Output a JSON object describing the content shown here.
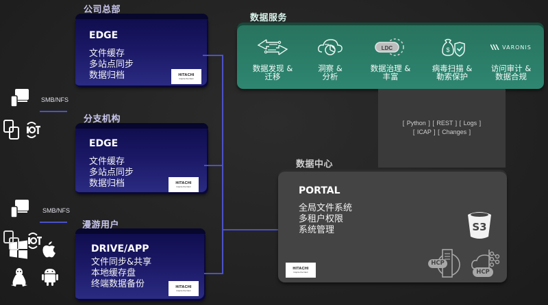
{
  "sections": {
    "hq": {
      "title": "公司总部",
      "card_title": "EDGE",
      "lines": [
        "文件缓存",
        "多站点同步",
        "数据归档"
      ]
    },
    "branch": {
      "title": "分支机构",
      "card_title": "EDGE",
      "lines": [
        "文件缓存",
        "多站点同步",
        "数据归档"
      ]
    },
    "roaming": {
      "title": "漫游用户",
      "card_title": "DRIVE/APP",
      "lines": [
        "文件同步&共享",
        "本地缓存盘",
        "终端数据备份"
      ]
    }
  },
  "logo": {
    "brand": "HITACHI",
    "tagline": "Inspire the Next"
  },
  "protocol_labels": [
    "SMB/NFS",
    "SMB/NFS"
  ],
  "client_icons_top": [
    "desktop-mobile-icon",
    "tablet-icon",
    "iot-icon"
  ],
  "client_icons_bottom": [
    "desktop-mobile-icon",
    "tablet-icon",
    "iot-icon",
    "windows-icon",
    "apple-icon",
    "linux-icon",
    "android-icon"
  ],
  "data_services": {
    "title": "数据服务",
    "items": [
      {
        "icon": "data-migration-icon",
        "line1": "数据发现 &",
        "line2": "迁移"
      },
      {
        "icon": "cloud-analytics-icon",
        "line1": "洞察 &",
        "line2": "分析"
      },
      {
        "icon": "ldc-governance-icon",
        "line1": "数据治理 &",
        "line2": "丰富"
      },
      {
        "icon": "virus-shield-icon",
        "line1": "病毒扫描 &",
        "line2": "勒索保护"
      },
      {
        "icon": "varonis-logo",
        "logo_text": "VARONIS",
        "line1": "访问审计 &",
        "line2": "数据合规"
      }
    ]
  },
  "api": {
    "row1": "[ Python ]    [ REST ]    [ Logs ]",
    "row2": "[ ICAP ]    [ Changes ]"
  },
  "datacenter": {
    "title": "数据中心",
    "card_title": "PORTAL",
    "lines": [
      "全局文件系统",
      "多租户权限",
      "系统管理"
    ],
    "s3_label": "S3",
    "hcp_label": "HCP"
  },
  "colors": {
    "edge_card": "#1d1b6a",
    "connector": "#4b52c8",
    "services": "#2e8671",
    "datacenter": "#444444"
  }
}
